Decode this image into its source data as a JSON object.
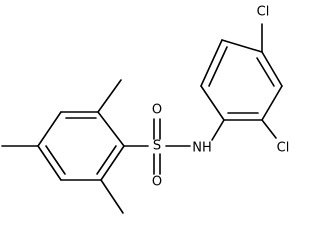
{
  "molecule": {
    "atoms": {
      "cl_top": "Cl",
      "cl_ortho": "Cl",
      "nh": "NH",
      "sulfur": "S",
      "oxygen_top": "O",
      "oxygen_bottom": "O"
    }
  }
}
